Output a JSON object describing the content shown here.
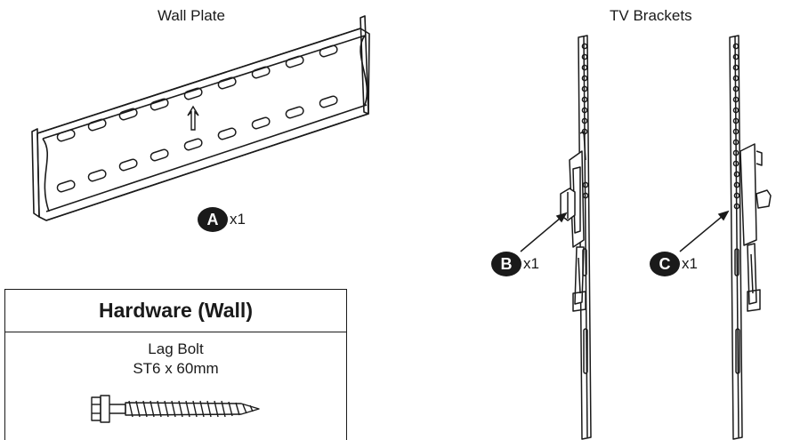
{
  "wall_plate": {
    "title": "Wall Plate",
    "badge": "A",
    "qty": "x1"
  },
  "tv_brackets": {
    "title": "TV Brackets",
    "left": {
      "badge": "B",
      "qty": "x1"
    },
    "right": {
      "badge": "C",
      "qty": "x1"
    }
  },
  "hardware": {
    "title": "Hardware (Wall)",
    "item_name": "Lag Bolt",
    "item_spec": "ST6 x 60mm"
  },
  "colors": {
    "ink": "#1a1a1a",
    "paper": "#ffffff"
  }
}
